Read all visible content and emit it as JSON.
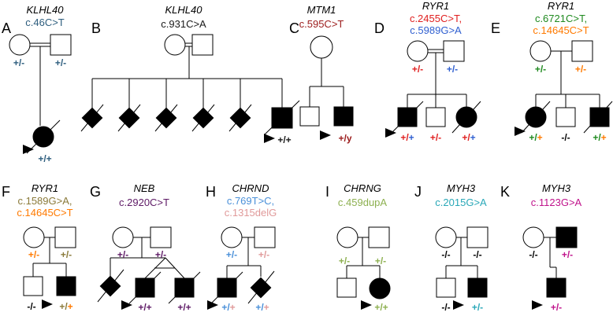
{
  "panels": [
    {
      "letter": "A",
      "gene": "KLHL40",
      "variants": [
        {
          "text": "c.46C>T",
          "color": "#2e5e7e"
        }
      ],
      "genotypes": [
        "+/-",
        "+/-",
        "+/+"
      ]
    },
    {
      "letter": "B",
      "gene": "KLHL40",
      "variants": [
        {
          "text": "c.931C>A",
          "color": "#1a1a1a"
        }
      ],
      "genotypes": [
        "+/+"
      ]
    },
    {
      "letter": "C",
      "gene": "MTM1",
      "variants": [
        {
          "text": "c.595C>T",
          "color": "#9b1b1b"
        }
      ],
      "genotypes": [
        "+/y"
      ]
    },
    {
      "letter": "D",
      "gene": "RYR1",
      "variants": [
        {
          "text": "c.2455C>T,",
          "color": "#e02020"
        },
        {
          "text": "c.5989G>A",
          "color": "#2f5fd0"
        }
      ],
      "genotypes": [
        "+/-",
        "+/-",
        "+/+",
        "+/-",
        "+/+"
      ]
    },
    {
      "letter": "E",
      "gene": "RYR1",
      "variants": [
        {
          "text": "c.6721C>T,",
          "color": "#1f8a1f"
        },
        {
          "text": "c.14645C>T",
          "color": "#ff7a00"
        }
      ],
      "genotypes": [
        "+/-",
        "+/-",
        "+/+",
        "-/-",
        "+/+"
      ]
    },
    {
      "letter": "F",
      "gene": "RYR1",
      "variants": [
        {
          "text": "c.1589G>A,",
          "color": "#8a7a3a"
        },
        {
          "text": "c.14645C>T",
          "color": "#ff7a00"
        }
      ],
      "genotypes": [
        "+/-",
        "+/-",
        "-/-",
        "+/+"
      ]
    },
    {
      "letter": "G",
      "gene": "NEB",
      "variants": [
        {
          "text": "c.2920C>T",
          "color": "#5e1a66"
        }
      ],
      "genotypes": [
        "+/-",
        "+/-",
        "+/+",
        "+/+"
      ]
    },
    {
      "letter": "H",
      "gene": "CHRND",
      "variants": [
        {
          "text": "c.769T>C,",
          "color": "#4a90d9"
        },
        {
          "text": "c.1315delG",
          "color": "#e09a9a"
        }
      ],
      "genotypes": [
        "+/-",
        "+/-",
        "+/+",
        "+/+"
      ]
    },
    {
      "letter": "I",
      "gene": "CHRNG",
      "variants": [
        {
          "text": "c.459dupA",
          "color": "#8db050"
        }
      ],
      "genotypes": [
        "+/-",
        "+/-",
        "+/+"
      ]
    },
    {
      "letter": "J",
      "gene": "MYH3",
      "variants": [
        {
          "text": "c.2015G>A",
          "color": "#2aa8b8"
        }
      ],
      "genotypes": [
        "-/-",
        "-/-",
        "-/-",
        "+/-"
      ]
    },
    {
      "letter": "K",
      "gene": "MYH3",
      "variants": [
        {
          "text": "c.1123G>A",
          "color": "#c0148c"
        }
      ],
      "genotypes": [
        "-/-",
        "+/-",
        "+/-"
      ]
    }
  ]
}
